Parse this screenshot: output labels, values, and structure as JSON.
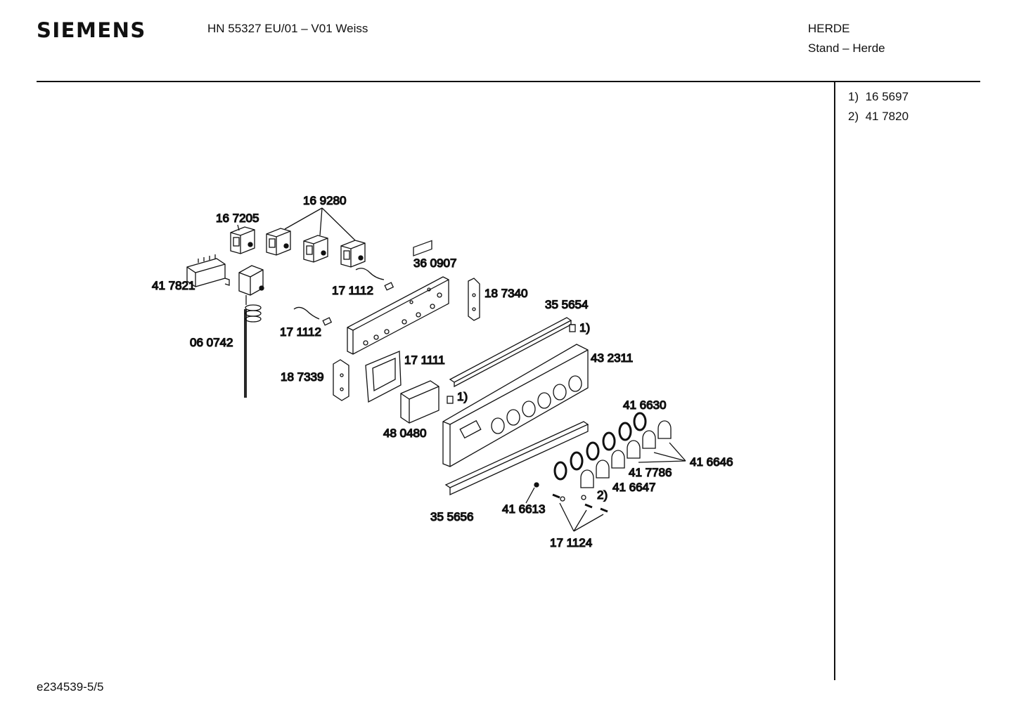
{
  "header": {
    "brand": "SIEMENS",
    "model": "HN 55327 EU/01 – V01 Weiss",
    "category": "HERDE",
    "subcategory": "Stand – Herde"
  },
  "footnotes": [
    {
      "mark": "1)",
      "part": "16 5697"
    },
    {
      "mark": "2)",
      "part": "41 7820"
    }
  ],
  "doc_id": "e234539-5/5",
  "part_labels": {
    "p169280": "16 9280",
    "p167205": "16 7205",
    "p417821": "41 7821",
    "p060742": "06 0742",
    "p360907": "36 0907",
    "p171112a": "17 1112",
    "p171112b": "17 1112",
    "p187340": "18 7340",
    "p355654": "35 5654",
    "p432311": "43 2311",
    "p171111": "17 1111",
    "p187339": "18 7339",
    "p480480": "48 0480",
    "p416630": "41 6630",
    "p416646": "41 6646",
    "p417786": "41 7786",
    "p416647": "41 6647",
    "p416613": "41 6613",
    "p355656": "35 5656",
    "p171124": "17 1124",
    "m1a": "1)",
    "m1b": "1)",
    "m2": "2)"
  }
}
